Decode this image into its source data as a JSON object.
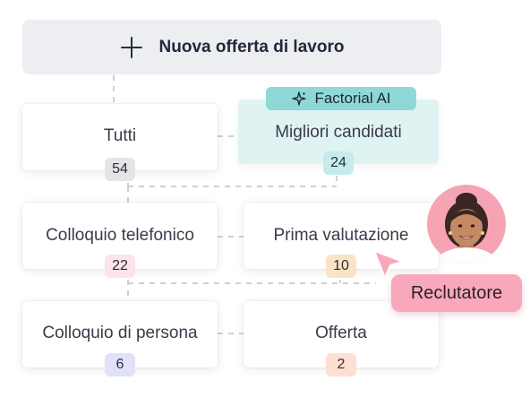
{
  "new_offer": {
    "label": "Nuova offerta di lavoro",
    "icon": "plus-icon"
  },
  "ai_tag": {
    "label": "Factorial AI",
    "icon": "sparkle-icon"
  },
  "stages": [
    {
      "title": "Tutti",
      "count": "54",
      "badge_color": "#e3e5e9"
    },
    {
      "title": "Migliori candidati",
      "count": "24",
      "badge_color": "#c5ecec",
      "card_color": "#dff3f3"
    },
    {
      "title": "Colloquio telefonico",
      "count": "22",
      "badge_color": "#fde3ea"
    },
    {
      "title": "Prima valutazione",
      "count": "10",
      "badge_color": "#fbe3c6"
    },
    {
      "title": "Colloquio di persona",
      "count": "6",
      "badge_color": "#e1e1fb"
    },
    {
      "title": "Offerta",
      "count": "2",
      "badge_color": "#fde0d2"
    }
  ],
  "recruiter": {
    "label": "Reclutatore",
    "avatar_color": "#f6a4b4",
    "tag_color": "#f9a8bb"
  },
  "colors": {
    "ai_tag": "#8fd8d8",
    "header_bg": "#eceef2"
  }
}
